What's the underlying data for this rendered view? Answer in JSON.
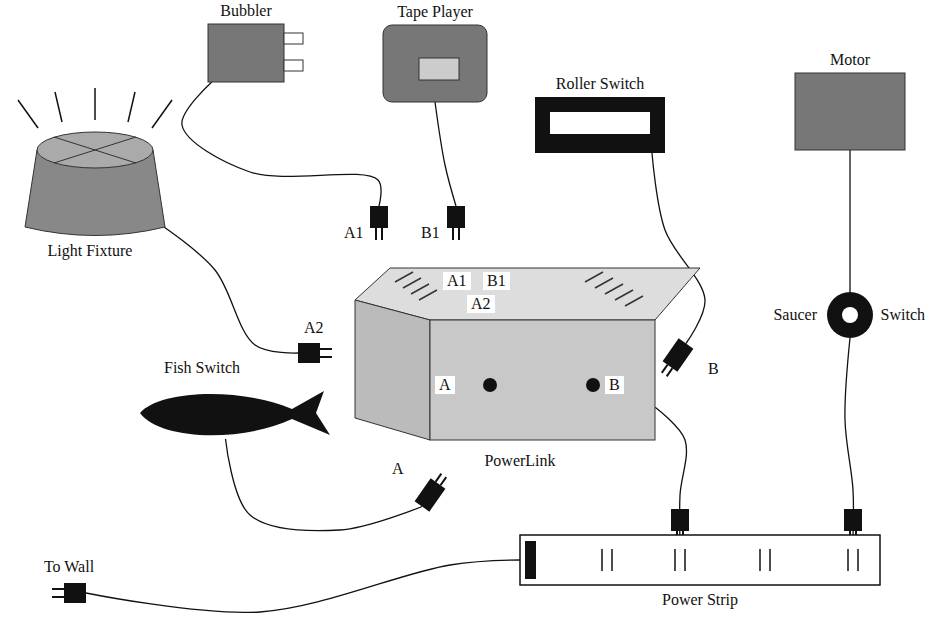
{
  "diagram": {
    "nodes": [
      {
        "text": [
          "Bubbler"
        ]
      },
      {
        "text": [
          "Tape Player"
        ]
      },
      {
        "text": [
          "Roller Switch"
        ]
      },
      {
        "text": [
          "Motor"
        ]
      },
      {
        "text": [
          "Light Fixture"
        ]
      },
      {
        "text": [
          "A1"
        ]
      },
      {
        "text": [
          "B1"
        ]
      },
      {
        "text": [
          "A2"
        ]
      },
      {
        "text": [
          "A1",
          "B1",
          "A2",
          "A",
          "B",
          "PowerLink"
        ]
      },
      {
        "text": [
          "Saucer",
          "Switch"
        ]
      },
      {
        "text": [
          "Fish Switch"
        ]
      },
      {
        "text": [
          "A"
        ]
      },
      {
        "text": [
          "B"
        ]
      },
      {
        "text": [
          "Power Strip"
        ]
      },
      {
        "text": [
          "To Wall"
        ]
      }
    ],
    "edges": [
      {
        "from": 0,
        "to": 5,
        "arrow": "none"
      },
      {
        "from": 1,
        "to": 6,
        "arrow": "none"
      },
      {
        "from": 4,
        "to": 7,
        "arrow": "none"
      },
      {
        "from": 10,
        "to": 11,
        "arrow": "none"
      },
      {
        "from": 2,
        "to": 12,
        "arrow": "none"
      },
      {
        "from": 8,
        "to": 13,
        "arrow": "none"
      },
      {
        "from": 3,
        "to": 9,
        "arrow": "none"
      },
      {
        "from": 9,
        "to": 13,
        "arrow": "none"
      },
      {
        "from": 14,
        "to": 13,
        "arrow": "none"
      }
    ]
  }
}
